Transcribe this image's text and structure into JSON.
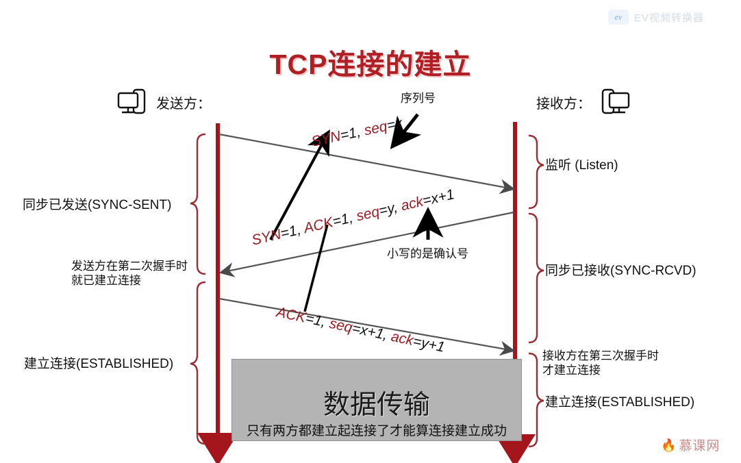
{
  "watermark": {
    "logo_text": "ev",
    "label": "EV视频转换器",
    "logo_icon": "ev-logo-icon"
  },
  "title": "TCP连接的建立",
  "endpoints": {
    "sender": {
      "label": "发送方：",
      "icon": "monitor-icon"
    },
    "receiver": {
      "label": "接收方：",
      "icon": "monitor-icon"
    }
  },
  "annotations": {
    "sequence_number": "序列号",
    "ack_number": "小写的是确认号"
  },
  "messages": [
    {
      "name": "syn",
      "segments": [
        {
          "text": "SYN",
          "kind": "keyword"
        },
        {
          "text": "=1, ",
          "kind": "plain"
        },
        {
          "text": "seq",
          "kind": "keyword"
        },
        {
          "text": "=x",
          "kind": "plain"
        }
      ],
      "full_text": "SYN=1, seq=x",
      "direction": "sender-to-receiver"
    },
    {
      "name": "syn-ack",
      "segments": [
        {
          "text": "SYN",
          "kind": "keyword"
        },
        {
          "text": "=1, ",
          "kind": "plain"
        },
        {
          "text": "ACK",
          "kind": "keyword"
        },
        {
          "text": "=1, ",
          "kind": "plain"
        },
        {
          "text": "seq",
          "kind": "keyword"
        },
        {
          "text": "=y, ",
          "kind": "plain"
        },
        {
          "text": "ack",
          "kind": "keyword"
        },
        {
          "text": "=x+1",
          "kind": "plain"
        }
      ],
      "full_text": "SYN=1, ACK=1, seq=y, ack=x+1",
      "direction": "receiver-to-sender"
    },
    {
      "name": "ack",
      "segments": [
        {
          "text": "ACK",
          "kind": "keyword"
        },
        {
          "text": "=1, ",
          "kind": "plain"
        },
        {
          "text": "seq",
          "kind": "keyword"
        },
        {
          "text": "=x+1, ",
          "kind": "plain"
        },
        {
          "text": "ack",
          "kind": "keyword"
        },
        {
          "text": "=y+1",
          "kind": "plain"
        }
      ],
      "full_text": "ACK=1, seq=x+1, ack=y+1",
      "direction": "sender-to-receiver"
    }
  ],
  "sender_states": {
    "sync_sent": "同步已发送(SYNC-SENT)",
    "established": "建立连接(ESTABLISHED)",
    "note_line1": "发送方在第二次握手时",
    "note_line2": "就已建立连接"
  },
  "receiver_states": {
    "listen": "监听 (Listen)",
    "sync_rcvd": "同步已接收(SYNC-RCVD)",
    "note_line1": "接收方在第三次握手时",
    "note_line2": "才建立连接",
    "established": "建立连接(ESTABLISHED)"
  },
  "data_box": {
    "title": "数据传输",
    "subtitle": "只有两方都建立起连接了才能算连接建立成功"
  },
  "footer_logo": {
    "text": "慕课网",
    "icon": "flame-icon"
  },
  "colors": {
    "title_red": "#b01f24",
    "timeline_red": "#a5151c",
    "keyword_red": "#9c1b22",
    "brace_red": "#9c2b33",
    "arrow_gray": "#555555",
    "data_box_gray": "#b4b4b4"
  }
}
